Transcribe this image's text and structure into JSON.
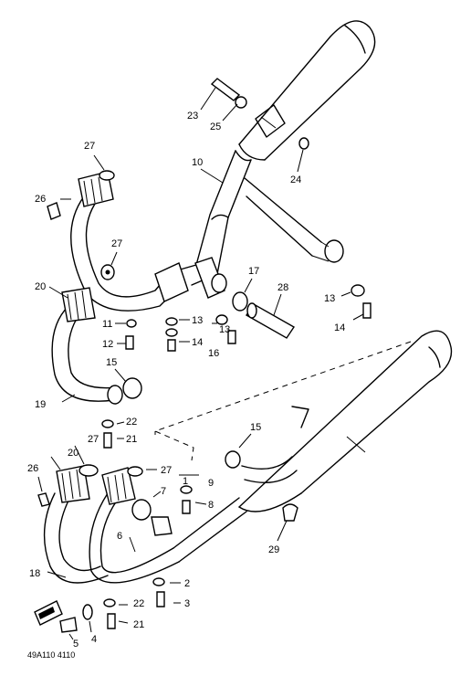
{
  "figure_code": "49A110 4110",
  "callouts": [
    {
      "id": "c23",
      "text": "23"
    },
    {
      "id": "c25",
      "text": "25"
    },
    {
      "id": "c24",
      "text": "24"
    },
    {
      "id": "c10",
      "text": "10"
    },
    {
      "id": "c27a",
      "text": "27"
    },
    {
      "id": "c26a",
      "text": "26"
    },
    {
      "id": "c27b",
      "text": "27"
    },
    {
      "id": "c20a",
      "text": "20"
    },
    {
      "id": "c17",
      "text": "17"
    },
    {
      "id": "c28",
      "text": "28"
    },
    {
      "id": "c13a",
      "text": "13"
    },
    {
      "id": "c14a",
      "text": "14"
    },
    {
      "id": "c11",
      "text": "11"
    },
    {
      "id": "c12",
      "text": "12"
    },
    {
      "id": "c13b",
      "text": "13"
    },
    {
      "id": "c13c",
      "text": "13"
    },
    {
      "id": "c14b",
      "text": "14"
    },
    {
      "id": "c16",
      "text": "16"
    },
    {
      "id": "c15a",
      "text": "15"
    },
    {
      "id": "c19",
      "text": "19"
    },
    {
      "id": "c22a",
      "text": "22"
    },
    {
      "id": "c21a",
      "text": "21"
    },
    {
      "id": "c15b",
      "text": "15"
    },
    {
      "id": "c27c",
      "text": "27"
    },
    {
      "id": "c20b",
      "text": "20"
    },
    {
      "id": "c26b",
      "text": "26"
    },
    {
      "id": "c27d",
      "text": "27"
    },
    {
      "id": "c9",
      "text": "9"
    },
    {
      "id": "c7",
      "text": "7"
    },
    {
      "id": "c8",
      "text": "8"
    },
    {
      "id": "c1",
      "text": "1"
    },
    {
      "id": "c6",
      "text": "6"
    },
    {
      "id": "c18",
      "text": "18"
    },
    {
      "id": "c29",
      "text": "29"
    },
    {
      "id": "c2",
      "text": "2"
    },
    {
      "id": "c3",
      "text": "3"
    },
    {
      "id": "c22b",
      "text": "22"
    },
    {
      "id": "c21b",
      "text": "21"
    },
    {
      "id": "c4",
      "text": "4"
    },
    {
      "id": "c5",
      "text": "5"
    }
  ]
}
